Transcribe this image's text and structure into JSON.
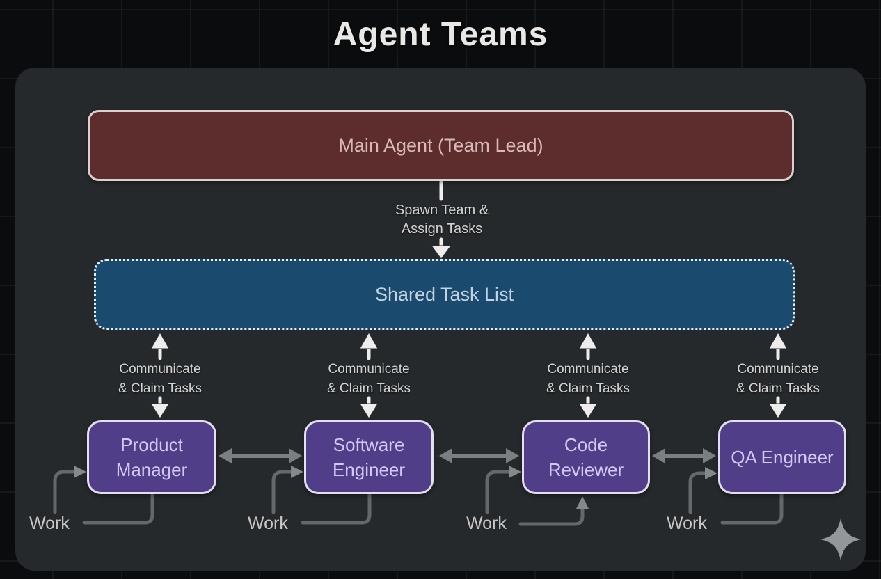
{
  "title": "Agent Teams",
  "colors": {
    "background": "#0b0c0e",
    "panel": "#25292b",
    "main_agent_fill": "#5c2d2c",
    "task_list_fill": "#1a4a6e",
    "worker_fill": "#503e88",
    "arrow_white": "#efedeb",
    "arrow_gray": "#7b7f82"
  },
  "nodes": {
    "main_agent": {
      "label": "Main Agent (Team Lead)"
    },
    "shared_task_list": {
      "label": "Shared Task List"
    },
    "workers": [
      {
        "label": "Product Manager"
      },
      {
        "label": "Software Engineer"
      },
      {
        "label": "Code Reviewer"
      },
      {
        "label": "QA Engineer"
      }
    ]
  },
  "edges": {
    "spawn": {
      "line1": "Spawn Team &",
      "line2": "Assign Tasks"
    },
    "communicate": [
      {
        "line1": "Communicate",
        "line2": "& Claim Tasks"
      },
      {
        "line1": "Communicate",
        "line2": "& Claim Tasks"
      },
      {
        "line1": "Communicate",
        "line2": "& Claim Tasks"
      },
      {
        "line1": "Communicate",
        "line2": "& Claim Tasks"
      }
    ],
    "work_labels": [
      "Work",
      "Work",
      "Work",
      "Work"
    ]
  },
  "icons": {
    "watermark": "sparkle-icon"
  }
}
